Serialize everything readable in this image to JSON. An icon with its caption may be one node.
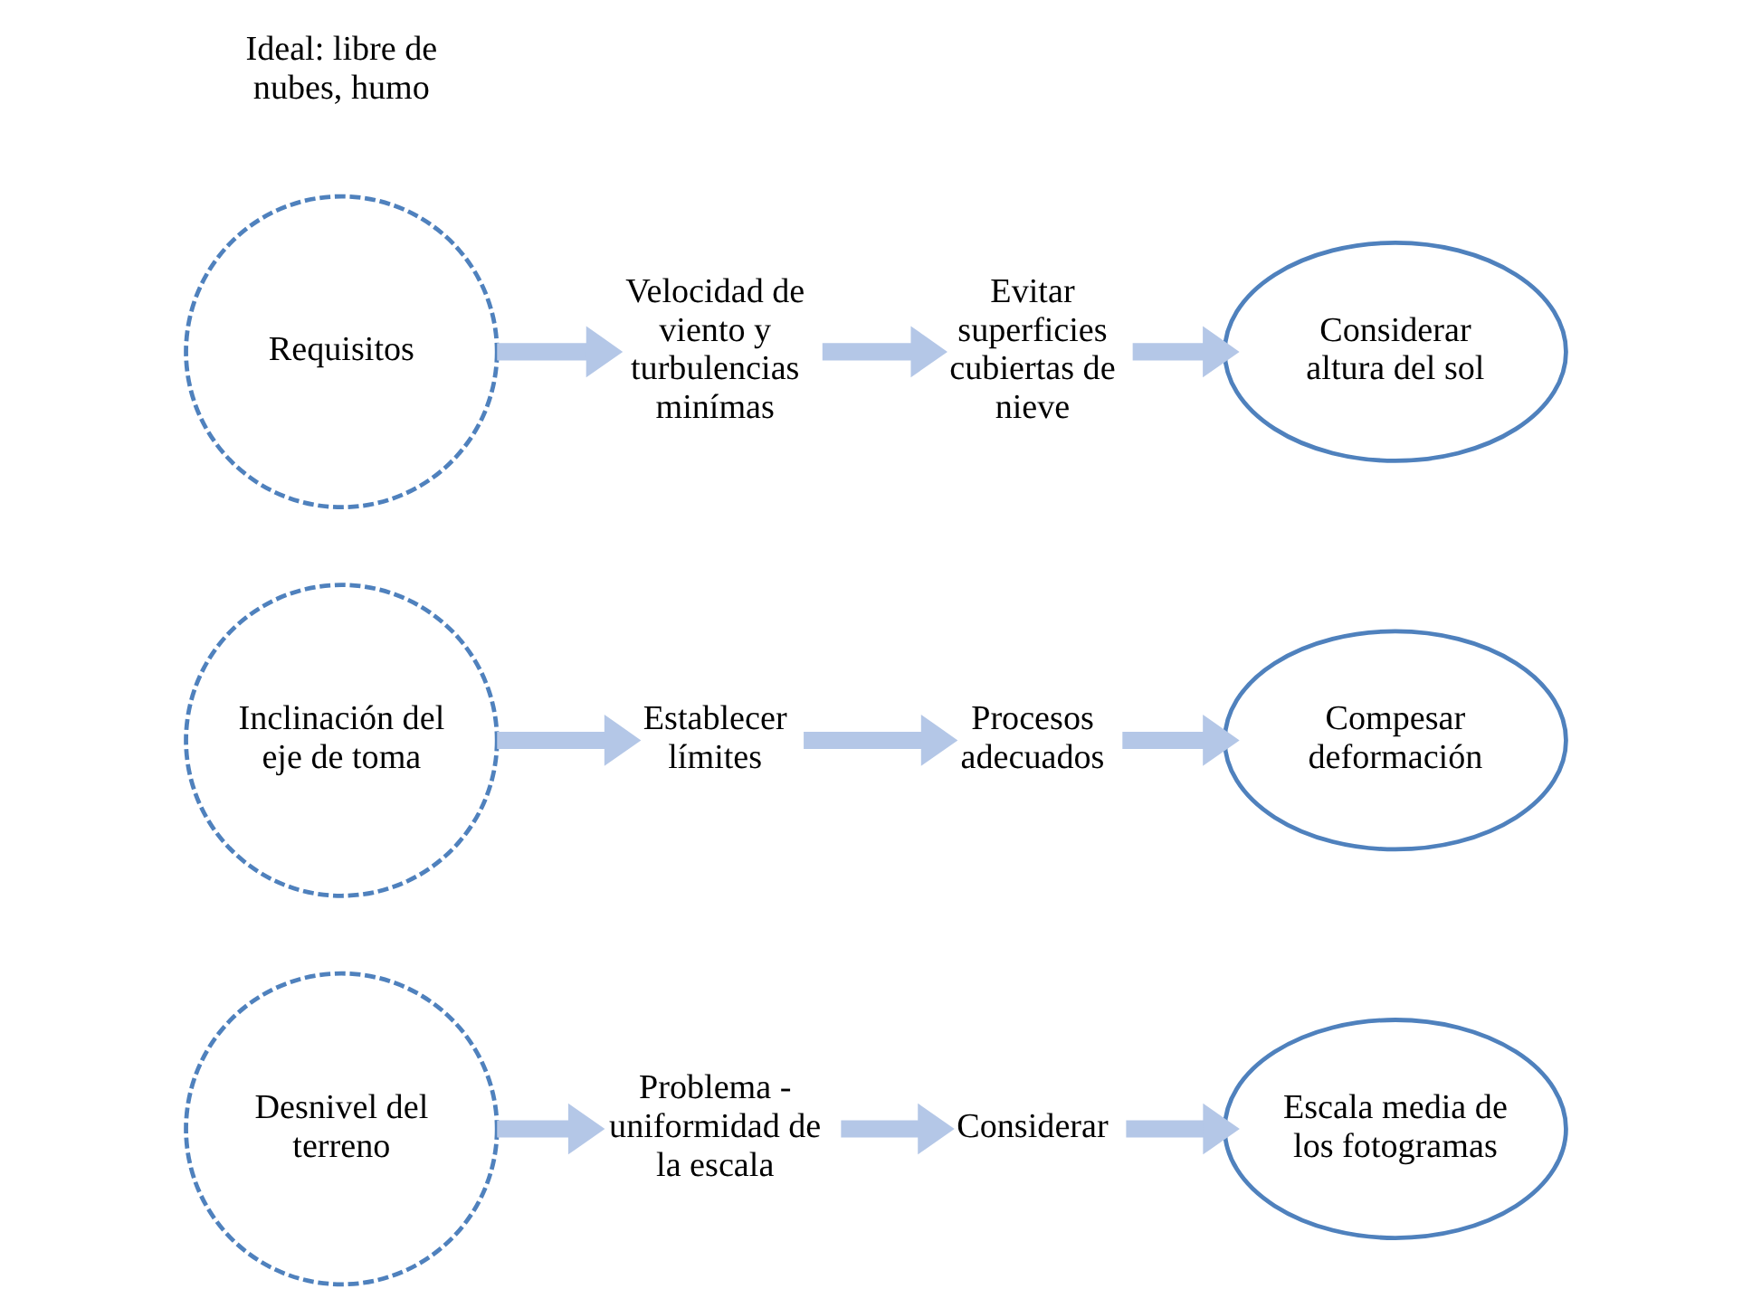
{
  "diagram": {
    "nodes": [
      {
        "text": [
          "Desnivel del terreno"
        ]
      },
      {
        "text": [
          "Problema - uniformidad de la escala"
        ]
      },
      {
        "text": [
          "Considerar"
        ]
      },
      {
        "text": [
          "Escala media de los fotogramas"
        ]
      },
      {
        "text": [
          "Inclinación del eje de toma"
        ]
      },
      {
        "text": [
          "Establecer límites"
        ]
      },
      {
        "text": [
          "Procesos adecuados"
        ]
      },
      {
        "text": [
          "Compesar deformación"
        ]
      },
      {
        "text": [
          "Requisitos"
        ]
      },
      {
        "text": [
          "Velocidad de viento y turbulencias minímas"
        ]
      },
      {
        "text": [
          "Evitar superficies cubiertas de nieve"
        ]
      },
      {
        "text": [
          "Considerar altura del sol"
        ]
      }
    ],
    "edges": [
      {
        "from": 0,
        "to": 1,
        "arrow": "to"
      },
      {
        "from": 1,
        "to": 2,
        "arrow": "to"
      },
      {
        "from": 2,
        "to": 3,
        "arrow": "to"
      },
      {
        "from": 4,
        "to": 5,
        "arrow": "to"
      },
      {
        "from": 5,
        "to": 6,
        "arrow": "to"
      },
      {
        "from": 6,
        "to": 7,
        "arrow": "to"
      },
      {
        "from": 8,
        "to": 9,
        "arrow": "to"
      },
      {
        "from": 9,
        "to": 10,
        "arrow": "to"
      },
      {
        "from": 10,
        "to": 11,
        "arrow": "to"
      }
    ],
    "labels": [
      "Ideal: libre de nubes, humo"
    ]
  }
}
